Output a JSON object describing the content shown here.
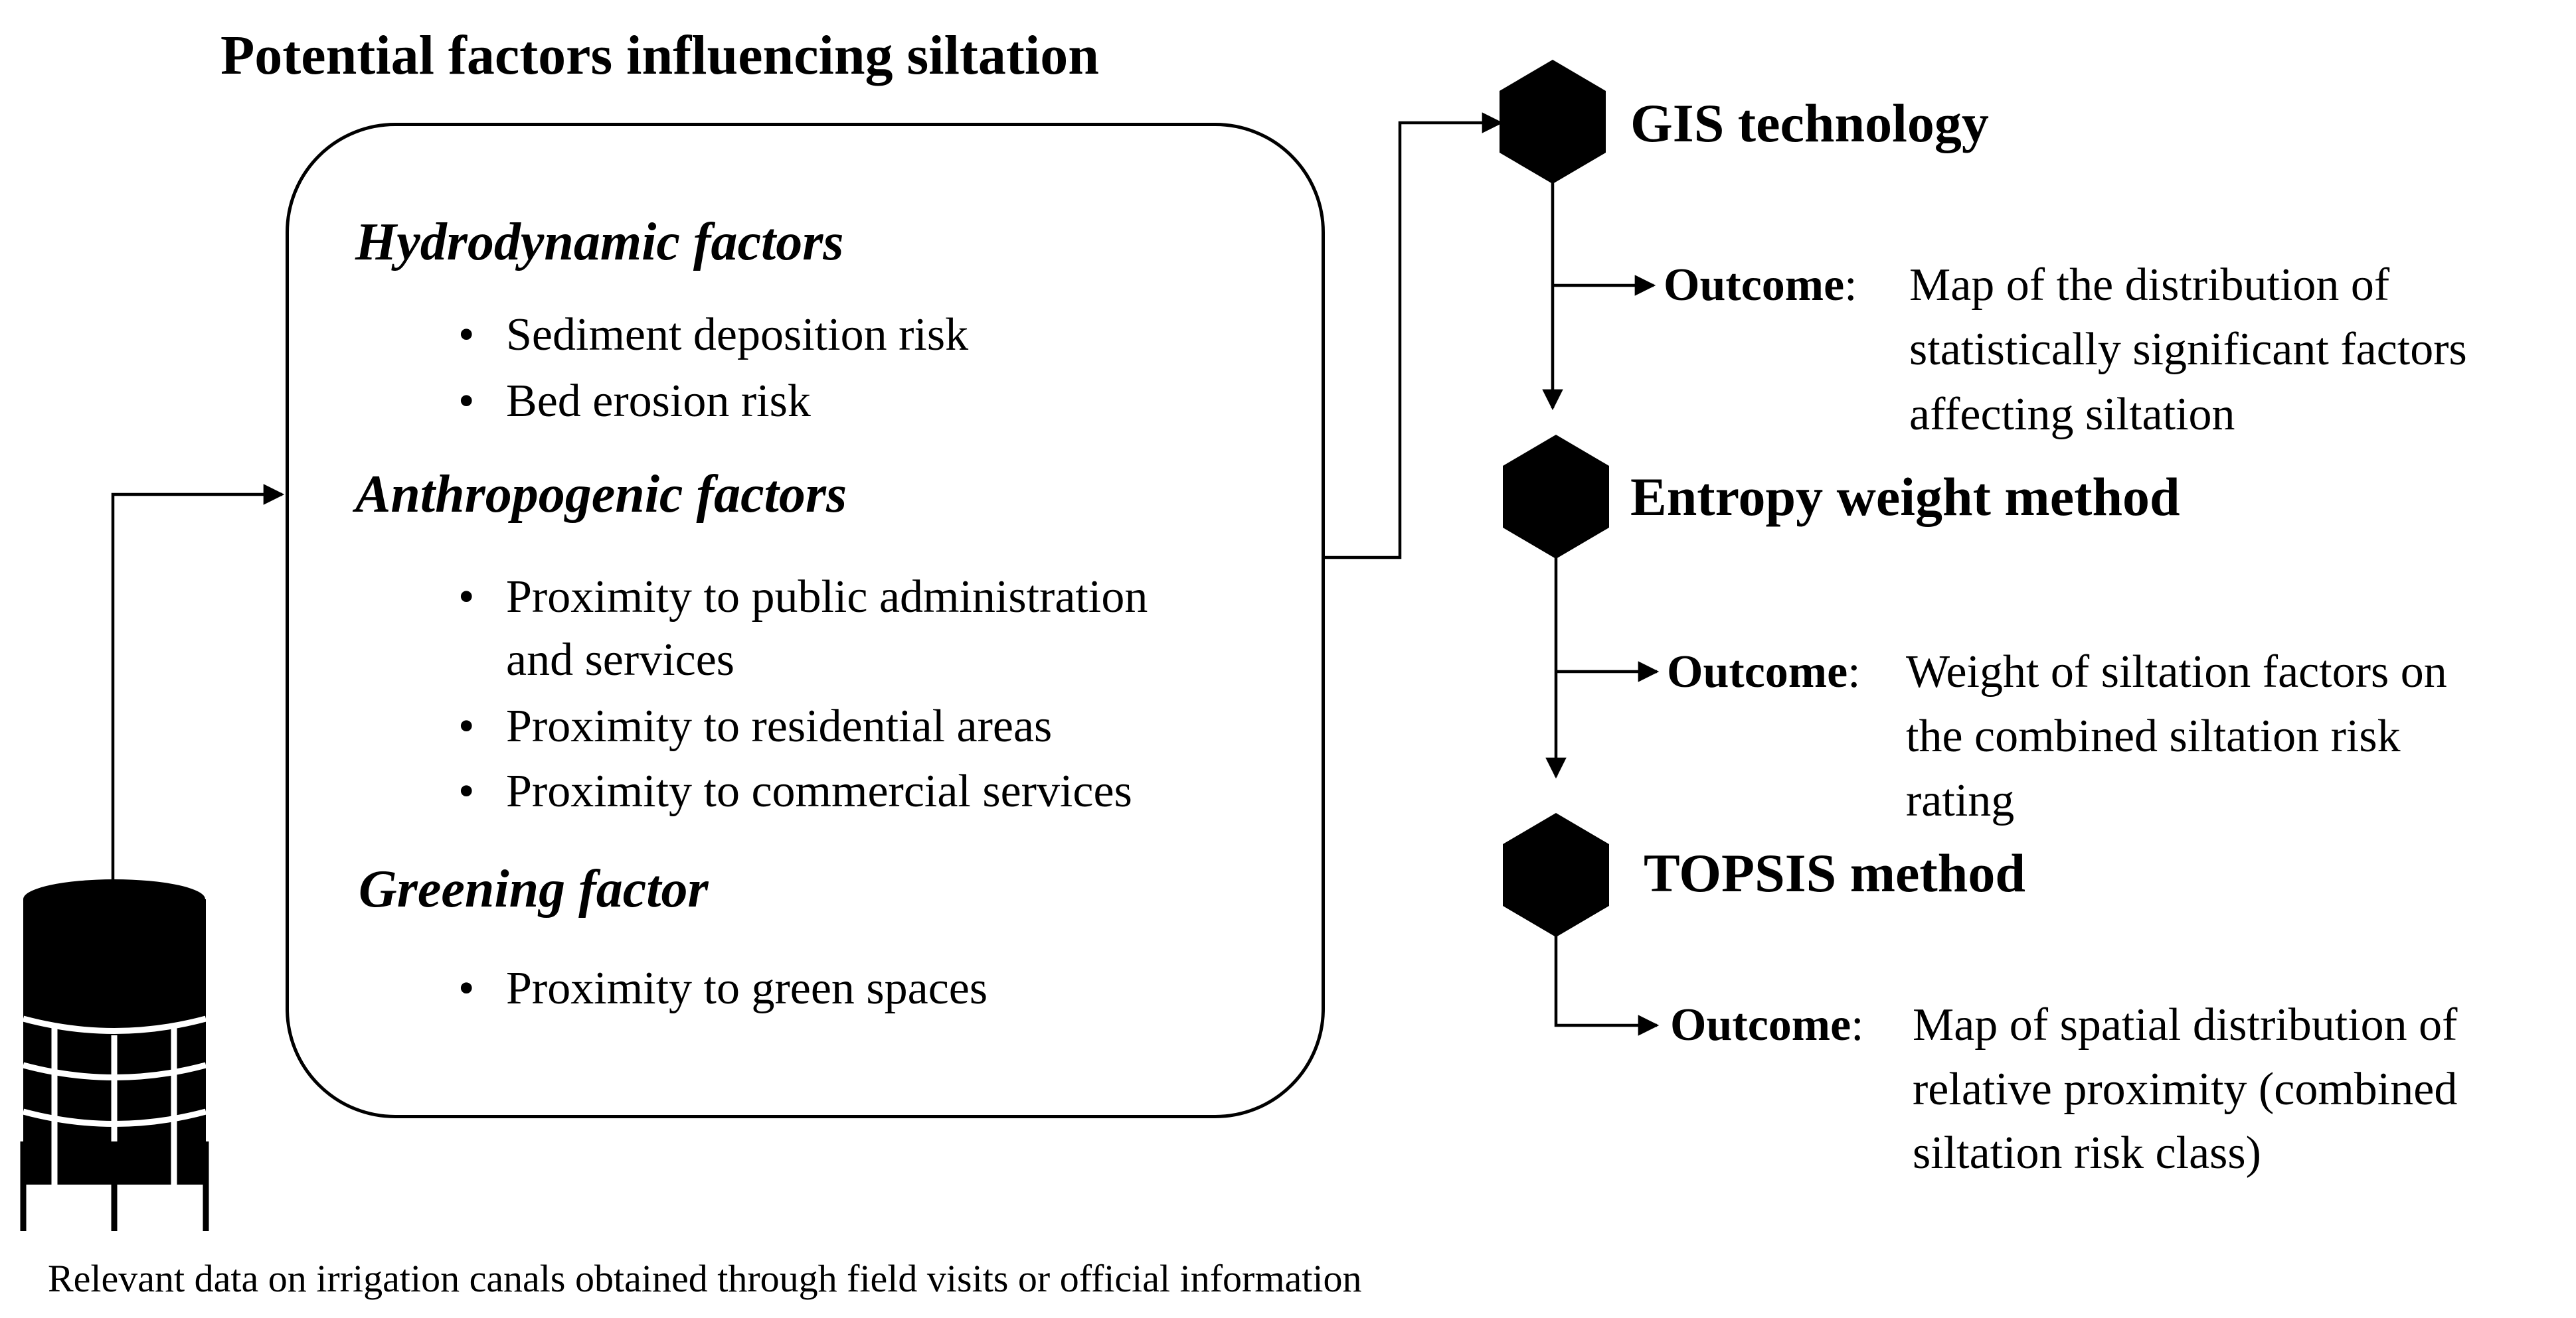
{
  "title": "Potential factors influencing siltation",
  "factors": {
    "hydrodynamic": {
      "heading": "Hydrodynamic factors",
      "items": [
        "Sediment deposition risk",
        "Bed erosion risk"
      ]
    },
    "anthropogenic": {
      "heading": "Anthropogenic factors",
      "items": [
        "Proximity to public administration",
        "and services",
        "Proximity to residential areas",
        "Proximity to commercial services"
      ]
    },
    "greening": {
      "heading": "Greening factor",
      "items": [
        "Proximity to green spaces"
      ]
    }
  },
  "methods": [
    {
      "name": "GIS technology",
      "outcome_label": "Outcome",
      "outcome_lines": [
        "Map of the distribution of",
        "statistically significant factors",
        "affecting siltation"
      ]
    },
    {
      "name": "Entropy weight method",
      "outcome_label": "Outcome",
      "outcome_lines": [
        "Weight of siltation factors on",
        "the combined siltation risk",
        "rating"
      ]
    },
    {
      "name": "TOPSIS method",
      "outcome_label": "Outcome",
      "outcome_lines": [
        "Map of spatial distribution of",
        "relative proximity (combined",
        "siltation risk class)"
      ]
    }
  ],
  "colon": ":",
  "bullet": "•",
  "caption": "Relevant data on irrigation canals obtained through field visits or official information",
  "icons": {
    "database": "database-icon",
    "method_marker": "hexagon-icon"
  },
  "colors": {
    "ink": "#000000",
    "background": "#ffffff"
  }
}
